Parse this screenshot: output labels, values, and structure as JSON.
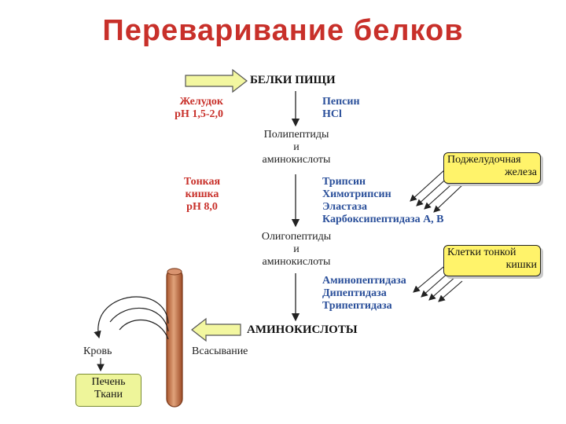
{
  "title": "Переваривание белков",
  "nodes": {
    "food_proteins": "БЕЛКИ ПИЩИ",
    "polypeptides": [
      "Полипептиды",
      "и",
      "аминокислоты"
    ],
    "oligopeptides": [
      "Олигопептиды",
      "и",
      "аминокислоты"
    ],
    "amino_acids": "АМИНОКИСЛОТЫ",
    "blood": "Кровь",
    "absorption": "Всасывание"
  },
  "stomach": {
    "label": [
      "Желудок",
      "pH 1,5-2,0"
    ],
    "enzymes": [
      "Пепсин",
      "HCl"
    ]
  },
  "small_intestine": {
    "label": [
      "Тонкая",
      "кишка",
      "pH 8,0"
    ],
    "enzymes": [
      "Трипсин",
      "Химотрипсин",
      "Эластаза",
      "Карбоксипептидаза А, В"
    ]
  },
  "intestinal_enzymes": [
    "Аминопептидаза",
    "Дипептидаза",
    "Трипептидаза"
  ],
  "boxes": {
    "pancreas": [
      "Поджелудочная",
      "железа"
    ],
    "intestine_cells": [
      "Клетки тонкой",
      "кишки"
    ],
    "liver_tissues": [
      "Печень",
      "Ткани"
    ]
  },
  "colors": {
    "title": "#c8302a",
    "site_label": "#c8302a",
    "enzyme_label": "#2a4f9a",
    "box_yellow": "#fff36a",
    "box_green": "#eef59a",
    "arrow_fill": "#f3f7a0",
    "vessel": "#c97a4e"
  }
}
